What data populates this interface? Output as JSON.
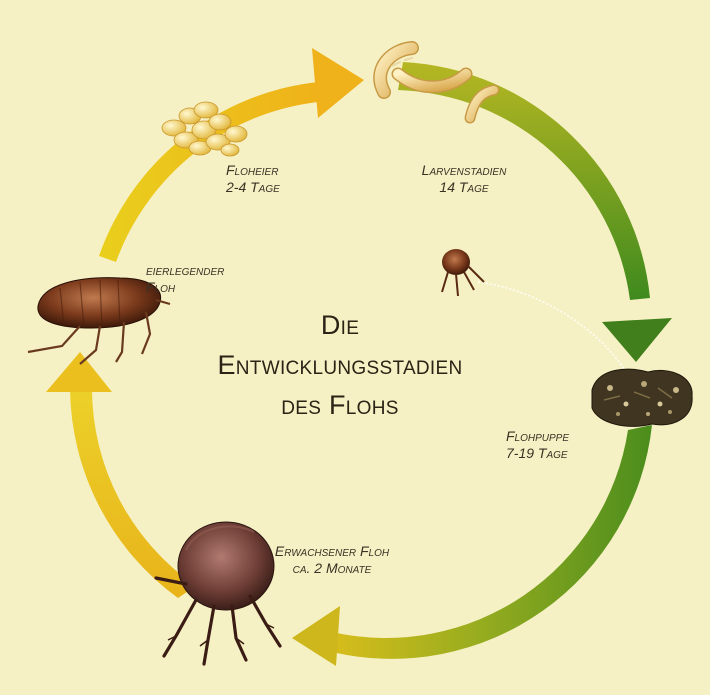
{
  "title": {
    "line1": "Die",
    "line2": "Entwicklungsstadien",
    "line3": "des Flohs"
  },
  "stages": [
    {
      "name": "Floheier",
      "duration": "2-4 Tage"
    },
    {
      "name": "Larvenstadien",
      "duration": "14 Tage"
    },
    {
      "name": "Flohpuppe",
      "duration": "7-19 Tage"
    },
    {
      "name": "Erwachsener Floh",
      "duration": "ca. 2 Monate"
    },
    {
      "name": "eierlegender",
      "duration": "Floh"
    }
  ],
  "colors": {
    "background": "#f6f1c4",
    "arrow_yellow": "#e7c919",
    "arrow_green": "#4b8a1c",
    "text": "#2b2316"
  }
}
